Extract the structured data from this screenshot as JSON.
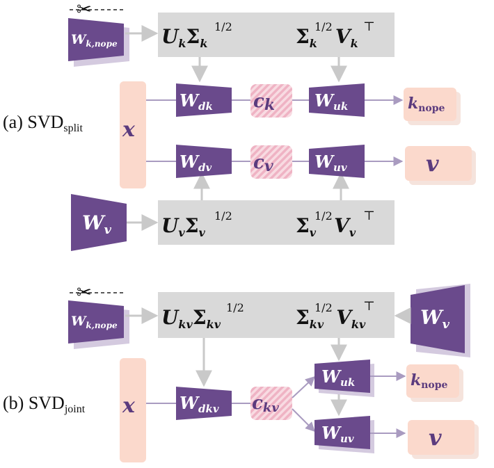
{
  "colors": {
    "purple": "#6a4a8c",
    "purple_shadow": "#c7bbd6",
    "gray_box": "#d9d9d9",
    "peach": "#fbd9cc",
    "arrow_gray": "#c9c9c9",
    "arrow_purple": "#a99bc0",
    "latent_pink": "#f1b6c6"
  },
  "icons": {
    "cut": "scissors-icon"
  },
  "labels": {
    "a": "(a) SVD",
    "a_sub": "split",
    "b": "(b) SVD",
    "b_sub": "joint"
  },
  "symbols": {
    "W": "W",
    "U": "U",
    "V": "V",
    "Sigma": "Σ",
    "half": "1/2",
    "top": "⊤",
    "x": "x",
    "c": "c",
    "k_nope_k": "k",
    "nope": "nope",
    "v": "v",
    "k_nope_w": "k,nope",
    "s_k": "k",
    "s_v": "v",
    "s_kv": "kv",
    "s_dk": "dk",
    "s_dv": "dv",
    "s_dkv": "dkv",
    "s_uk": "uk",
    "s_uv": "uv"
  }
}
